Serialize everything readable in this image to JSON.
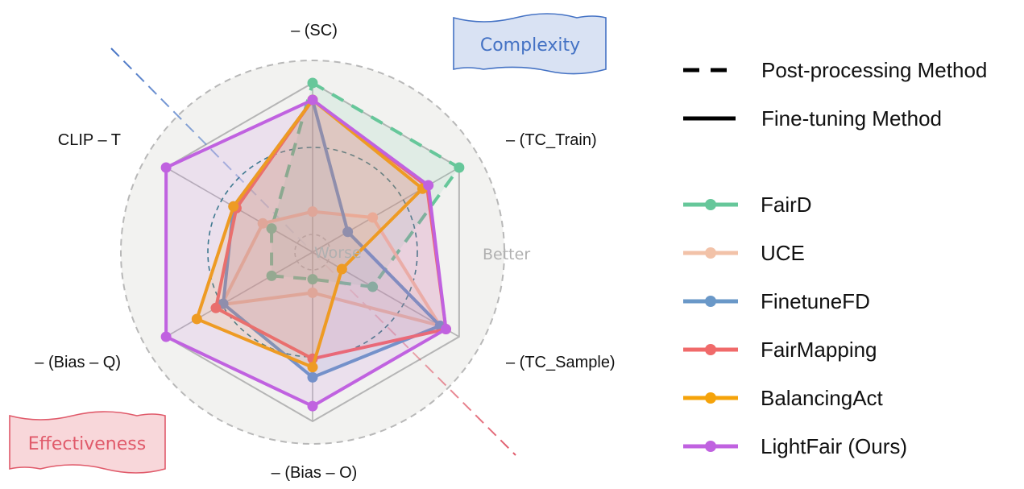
{
  "chart_data": {
    "type": "radar",
    "axes": [
      "– (SC)",
      "– (TC_Train)",
      "– (TC_Sample)",
      "– (Bias – O)",
      "– (Bias – Q)",
      "CLIP – T"
    ],
    "rlim": [
      0,
      1
    ],
    "inner_label": "Worse",
    "outer_label": "Better",
    "series": [
      {
        "name": "FairD",
        "color": "#66c79a",
        "style": "dashed",
        "values": [
          1.0,
          1.0,
          0.41,
          0.16,
          0.28,
          0.28
        ]
      },
      {
        "name": "UCE",
        "color": "#f2c2a8",
        "style": "solid",
        "values": [
          0.24,
          0.41,
          0.87,
          0.24,
          0.62,
          0.34
        ]
      },
      {
        "name": "FinetuneFD",
        "color": "#6a98c8",
        "style": "solid",
        "values": [
          0.9,
          0.24,
          0.87,
          0.74,
          0.61,
          0.54
        ]
      },
      {
        "name": "FairMapping",
        "color": "#f06a6a",
        "style": "solid",
        "values": [
          0.9,
          0.78,
          0.91,
          0.63,
          0.66,
          0.52
        ]
      },
      {
        "name": "BalancingAct",
        "color": "#f5a30a",
        "style": "solid",
        "values": [
          0.9,
          0.75,
          0.2,
          0.68,
          0.79,
          0.54
        ]
      },
      {
        "name": "LightFair (Ours)",
        "color": "#c062e0",
        "style": "solid",
        "values": [
          0.9,
          0.79,
          0.91,
          0.91,
          1.0,
          1.0
        ]
      }
    ],
    "legend": {
      "method_types": [
        {
          "label": "Post-processing Method",
          "style": "dashed"
        },
        {
          "label": "Fine-tuning Method",
          "style": "solid"
        }
      ]
    },
    "annotations": {
      "complexity": {
        "text": "Complexity",
        "color": "#4472c4"
      },
      "effectiveness": {
        "text": "Effectiveness",
        "color": "#e05a6a"
      }
    }
  }
}
